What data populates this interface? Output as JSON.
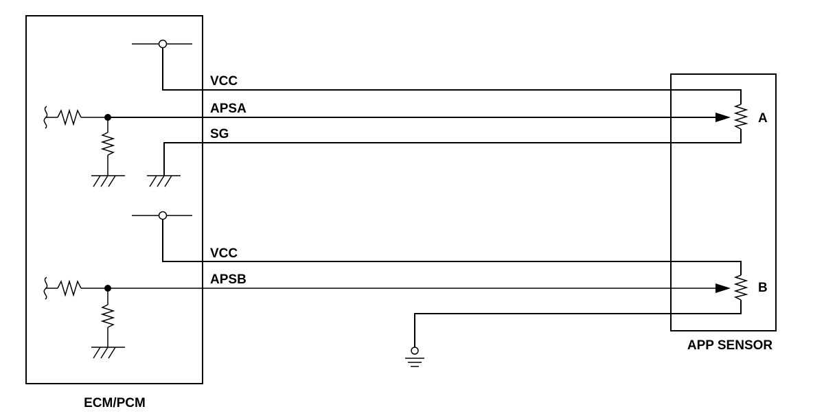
{
  "ecm_label": "ECM/PCM",
  "sensor_label": "APP SENSOR",
  "wires": {
    "vcc_a": "VCC",
    "apsa": "APSA",
    "sg": "SG",
    "vcc_b": "VCC",
    "apsb": "APSB"
  },
  "pots": {
    "a": "A",
    "b": "B"
  }
}
